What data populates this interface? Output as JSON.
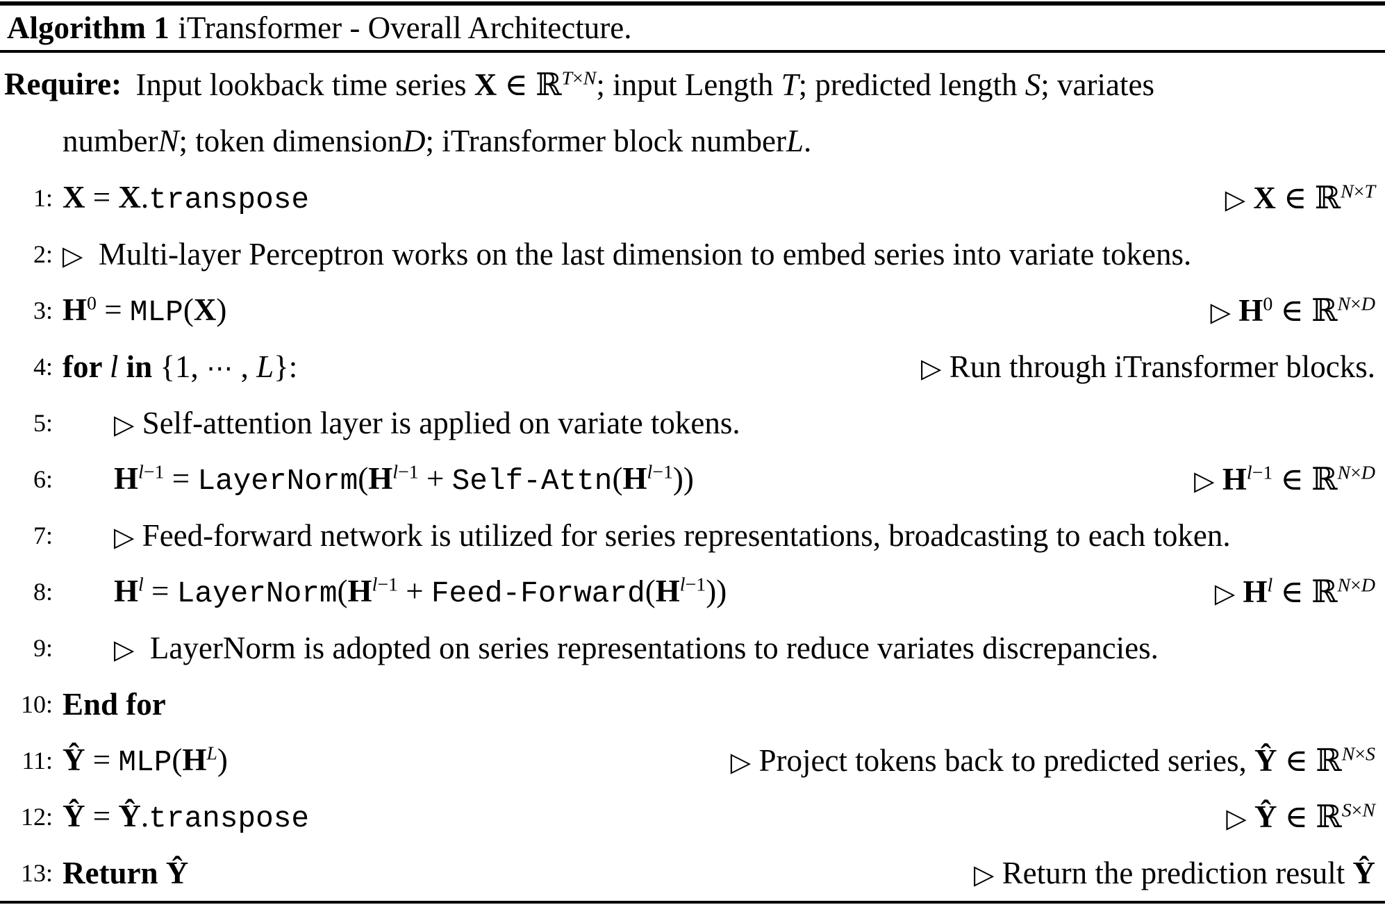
{
  "meta": {
    "background": "#ffffff",
    "text_color": "#000000"
  },
  "header": {
    "label": "Algorithm 1",
    "title": "iTransformer - Overall Architecture."
  },
  "require": {
    "keyword": "Require:",
    "line1": [
      {
        "t": "Input lookback time series "
      },
      {
        "t": "X",
        "c": "b"
      },
      {
        "t": " ∈ "
      },
      {
        "t": "ℝ"
      },
      {
        "t": "T",
        "c": "s i"
      },
      {
        "t": "×",
        "c": "s"
      },
      {
        "t": "N",
        "c": "s i"
      },
      {
        "t": "; input Length "
      },
      {
        "t": "T",
        "c": "i"
      },
      {
        "t": "; predicted length "
      },
      {
        "t": "S",
        "c": "i"
      },
      {
        "t": "; variates"
      }
    ],
    "line2": [
      {
        "t": "number "
      },
      {
        "t": "N",
        "c": "i"
      },
      {
        "t": "; token dimension "
      },
      {
        "t": "D",
        "c": "i"
      },
      {
        "t": "; iTransformer block number "
      },
      {
        "t": "L",
        "c": "i"
      },
      {
        "t": "."
      }
    ]
  },
  "lines": [
    {
      "num": "1:",
      "indent": 0,
      "body": [
        {
          "t": "X",
          "c": "b"
        },
        {
          "t": " = "
        },
        {
          "t": "X",
          "c": "b"
        },
        {
          "t": "."
        },
        {
          "t": "transpose",
          "c": "m"
        }
      ],
      "comment": [
        {
          "t": "▷",
          "c": "sym"
        },
        {
          "t": " "
        },
        {
          "t": "X",
          "c": "b"
        },
        {
          "t": " ∈ "
        },
        {
          "t": "ℝ"
        },
        {
          "t": "N",
          "c": "s i"
        },
        {
          "t": "×",
          "c": "s"
        },
        {
          "t": "T",
          "c": "s i"
        }
      ]
    },
    {
      "num": "2:",
      "indent": 0,
      "body": [
        {
          "t": "▷",
          "c": "sym"
        },
        {
          "t": "  Multi-layer Perceptron works on the last dimension to embed series into variate tokens."
        }
      ]
    },
    {
      "num": "3:",
      "indent": 0,
      "body": [
        {
          "t": "H",
          "c": "b"
        },
        {
          "t": "0",
          "c": "s"
        },
        {
          "t": " = "
        },
        {
          "t": "MLP",
          "c": "m"
        },
        {
          "t": "("
        },
        {
          "t": "X",
          "c": "b"
        },
        {
          "t": ")"
        }
      ],
      "comment": [
        {
          "t": "▷",
          "c": "sym"
        },
        {
          "t": " "
        },
        {
          "t": "H",
          "c": "b"
        },
        {
          "t": "0",
          "c": "s"
        },
        {
          "t": " ∈ "
        },
        {
          "t": "ℝ"
        },
        {
          "t": "N",
          "c": "s i"
        },
        {
          "t": "×",
          "c": "s"
        },
        {
          "t": "D",
          "c": "s i"
        }
      ]
    },
    {
      "num": "4:",
      "indent": 0,
      "body": [
        {
          "t": "for ",
          "c": "b"
        },
        {
          "t": "l",
          "c": "i"
        },
        {
          "t": " in ",
          "c": "b"
        },
        {
          "t": "{1, "
        },
        {
          "t": "⋯",
          "c": "sym"
        },
        {
          "t": " , "
        },
        {
          "t": "L",
          "c": "i"
        },
        {
          "t": "}:"
        }
      ],
      "comment": [
        {
          "t": "▷",
          "c": "sym"
        },
        {
          "t": " Run through iTransformer blocks."
        }
      ]
    },
    {
      "num": "5:",
      "indent": 1,
      "body": [
        {
          "t": "▷",
          "c": "sym"
        },
        {
          "t": " Self-attention layer is applied on variate tokens."
        }
      ]
    },
    {
      "num": "6:",
      "indent": 1,
      "body": [
        {
          "t": "H",
          "c": "b"
        },
        {
          "t": "l",
          "c": "s i"
        },
        {
          "t": "−1",
          "c": "s"
        },
        {
          "t": " = "
        },
        {
          "t": "LayerNorm",
          "c": "m"
        },
        {
          "t": "("
        },
        {
          "t": "H",
          "c": "b"
        },
        {
          "t": "l",
          "c": "s i"
        },
        {
          "t": "−1",
          "c": "s"
        },
        {
          "t": " + "
        },
        {
          "t": "Self-Attn",
          "c": "m"
        },
        {
          "t": "("
        },
        {
          "t": "H",
          "c": "b"
        },
        {
          "t": "l",
          "c": "s i"
        },
        {
          "t": "−1",
          "c": "s"
        },
        {
          "t": "))"
        }
      ],
      "comment": [
        {
          "t": "▷",
          "c": "sym"
        },
        {
          "t": " "
        },
        {
          "t": "H",
          "c": "b"
        },
        {
          "t": "l",
          "c": "s i"
        },
        {
          "t": "−1",
          "c": "s"
        },
        {
          "t": " ∈ "
        },
        {
          "t": "ℝ"
        },
        {
          "t": "N",
          "c": "s i"
        },
        {
          "t": "×",
          "c": "s"
        },
        {
          "t": "D",
          "c": "s i"
        }
      ]
    },
    {
      "num": "7:",
      "indent": 1,
      "body": [
        {
          "t": "▷",
          "c": "sym"
        },
        {
          "t": " Feed-forward network is utilized for series representations, broadcasting to each token."
        }
      ]
    },
    {
      "num": "8:",
      "indent": 1,
      "body": [
        {
          "t": "H",
          "c": "b"
        },
        {
          "t": "l",
          "c": "s i"
        },
        {
          "t": " = "
        },
        {
          "t": "LayerNorm",
          "c": "m"
        },
        {
          "t": "("
        },
        {
          "t": "H",
          "c": "b"
        },
        {
          "t": "l",
          "c": "s i"
        },
        {
          "t": "−1",
          "c": "s"
        },
        {
          "t": " + "
        },
        {
          "t": "Feed-Forward",
          "c": "m"
        },
        {
          "t": "("
        },
        {
          "t": "H",
          "c": "b"
        },
        {
          "t": "l",
          "c": "s i"
        },
        {
          "t": "−1",
          "c": "s"
        },
        {
          "t": "))"
        }
      ],
      "comment": [
        {
          "t": "▷",
          "c": "sym"
        },
        {
          "t": " "
        },
        {
          "t": "H",
          "c": "b"
        },
        {
          "t": "l",
          "c": "s i"
        },
        {
          "t": " ∈ "
        },
        {
          "t": "ℝ"
        },
        {
          "t": "N",
          "c": "s i"
        },
        {
          "t": "×",
          "c": "s"
        },
        {
          "t": "D",
          "c": "s i"
        }
      ]
    },
    {
      "num": "9:",
      "indent": 1,
      "body": [
        {
          "t": "▷",
          "c": "sym"
        },
        {
          "t": "  LayerNorm is adopted on series representations to reduce variates discrepancies."
        }
      ]
    },
    {
      "num": "10:",
      "indent": 0,
      "body": [
        {
          "t": "End for",
          "c": "b"
        }
      ]
    },
    {
      "num": "11:",
      "indent": 0,
      "body": [
        {
          "t": "Ŷ",
          "c": "b"
        },
        {
          "t": " = "
        },
        {
          "t": "MLP",
          "c": "m"
        },
        {
          "t": "("
        },
        {
          "t": "H",
          "c": "b"
        },
        {
          "t": "L",
          "c": "s i"
        },
        {
          "t": ")"
        }
      ],
      "comment": [
        {
          "t": "▷",
          "c": "sym"
        },
        {
          "t": " Project tokens back to predicted series, "
        },
        {
          "t": "Ŷ",
          "c": "b"
        },
        {
          "t": " ∈ "
        },
        {
          "t": "ℝ"
        },
        {
          "t": "N",
          "c": "s i"
        },
        {
          "t": "×",
          "c": "s"
        },
        {
          "t": "S",
          "c": "s i"
        }
      ]
    },
    {
      "num": "12:",
      "indent": 0,
      "body": [
        {
          "t": "Ŷ",
          "c": "b"
        },
        {
          "t": " = "
        },
        {
          "t": "Ŷ",
          "c": "b"
        },
        {
          "t": "."
        },
        {
          "t": "transpose",
          "c": "m"
        }
      ],
      "comment": [
        {
          "t": "▷",
          "c": "sym"
        },
        {
          "t": " "
        },
        {
          "t": "Ŷ",
          "c": "b"
        },
        {
          "t": " ∈ "
        },
        {
          "t": "ℝ"
        },
        {
          "t": "S",
          "c": "s i"
        },
        {
          "t": "×",
          "c": "s"
        },
        {
          "t": "N",
          "c": "s i"
        }
      ]
    },
    {
      "num": "13:",
      "indent": 0,
      "body": [
        {
          "t": "Return Ŷ",
          "c": "b"
        }
      ],
      "comment": [
        {
          "t": "▷",
          "c": "sym"
        },
        {
          "t": " Return the prediction result "
        },
        {
          "t": "Ŷ",
          "c": "b"
        }
      ]
    }
  ]
}
